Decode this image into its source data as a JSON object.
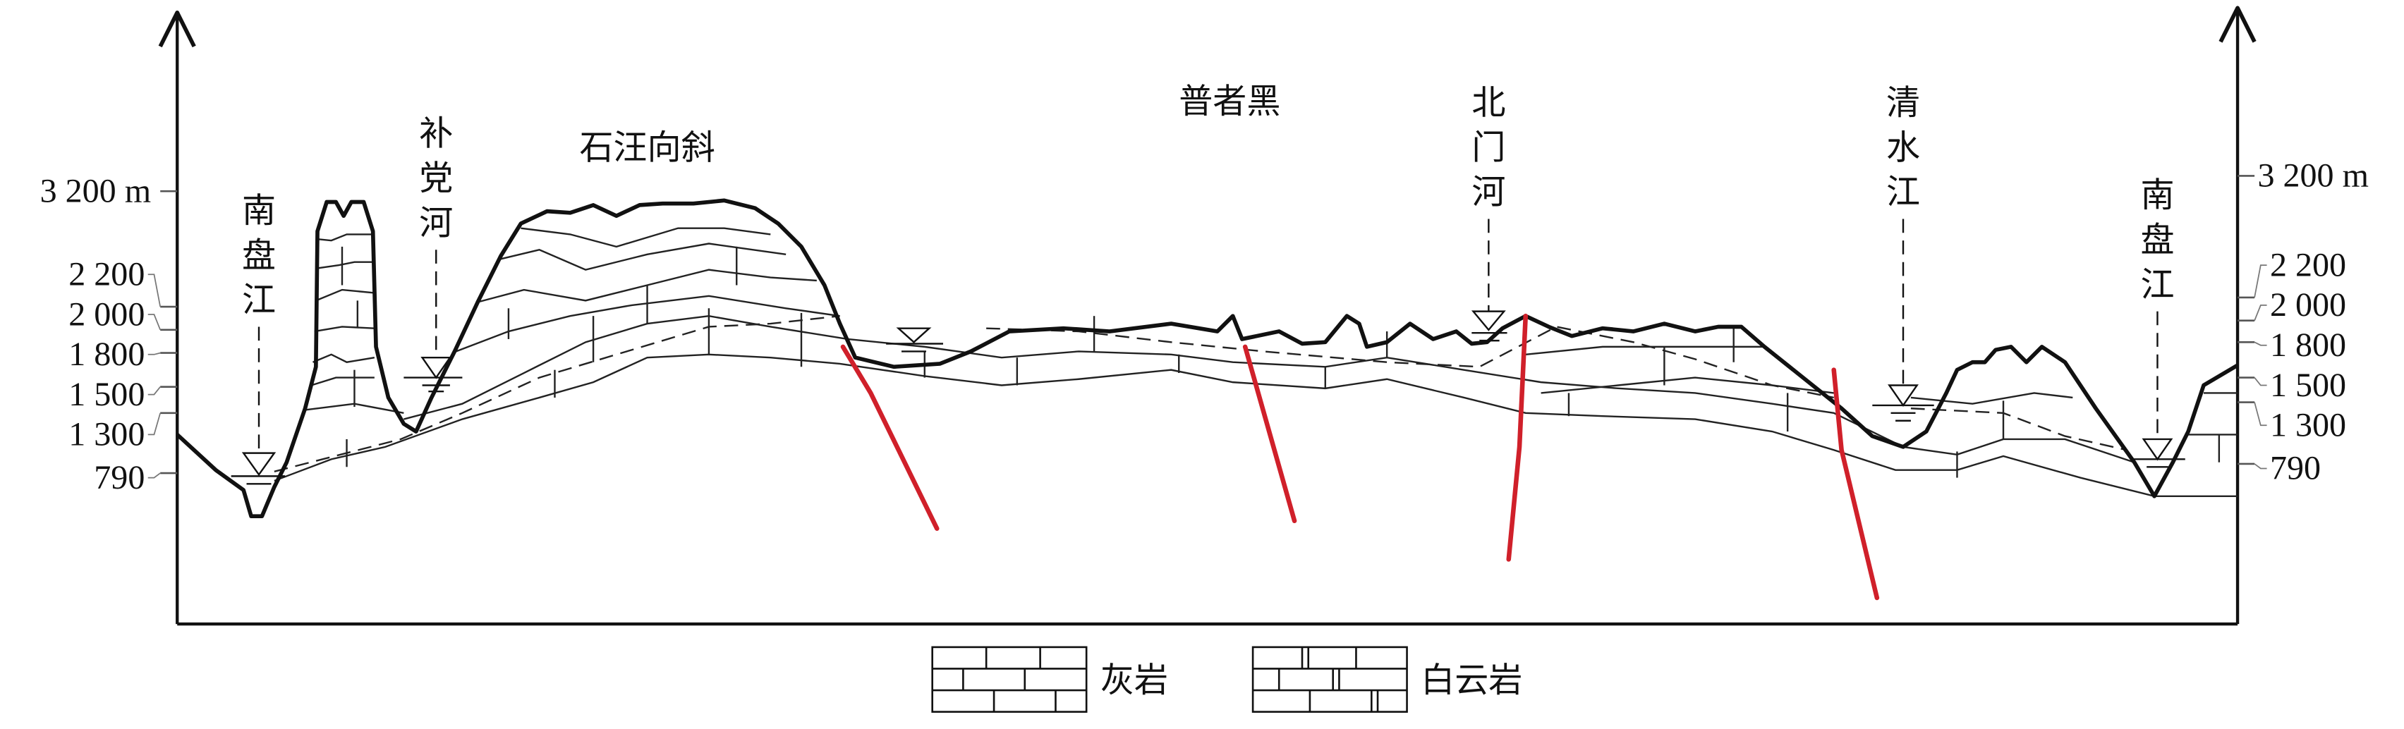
{
  "axis": {
    "left_ticks": [
      "3 200 m",
      "2 200",
      "2 000",
      "1 800",
      "1 500",
      "1 300",
      "790"
    ],
    "right_ticks": [
      "3 200 m",
      "2 200",
      "2 000",
      "1 800",
      "1 500",
      "1 300",
      "790"
    ]
  },
  "labels": {
    "nanpanjiang_left": [
      "南",
      "盘",
      "江"
    ],
    "budanghe": [
      "补",
      "党",
      "河"
    ],
    "shiwang_syncline": "石汪向斜",
    "puzhehei": "普者黑",
    "beimenhe": [
      "北",
      "门",
      "河"
    ],
    "qingshuijiang": [
      "清",
      "水",
      "江"
    ],
    "nanpanjiang_right": [
      "南",
      "盘",
      "江"
    ]
  },
  "legend": {
    "limestone": "灰岩",
    "dolomite": "白云岩"
  },
  "colors": {
    "fault": "#d0202a",
    "line": "#111111"
  }
}
